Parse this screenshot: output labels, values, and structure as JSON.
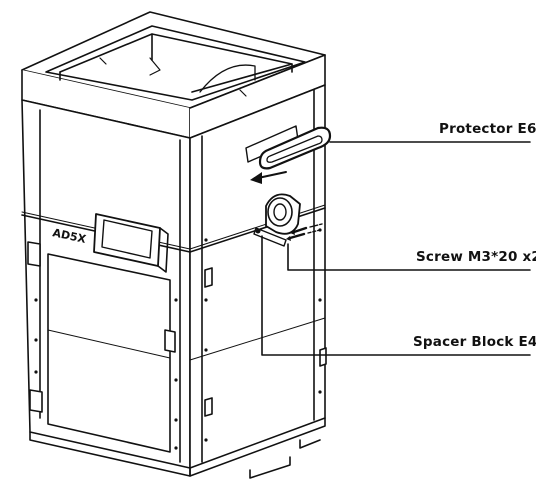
{
  "callouts": {
    "protector": "Protector E6",
    "screw": "Screw M3*20 x2",
    "spacer": "Spacer Block E4"
  },
  "printer": {
    "model_label": "AD5X"
  },
  "colors": {
    "line": "#111111",
    "background": "#ffffff",
    "panel": "#ffffff",
    "shade": "#e9e9e9"
  },
  "icons": {
    "direction": "arrow-left-icon"
  }
}
